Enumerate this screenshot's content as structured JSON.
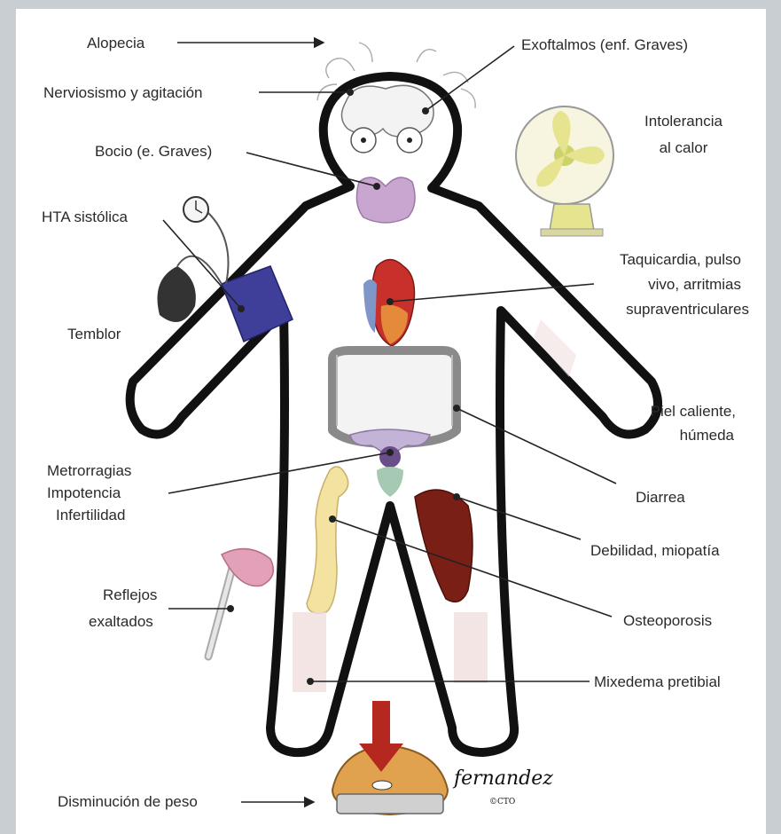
{
  "labels": {
    "alopecia": "Alopecia",
    "nerviosismo": "Nerviosismo y agitación",
    "bocio": "Bocio (e. Graves)",
    "hta": "HTA sistólica",
    "temblor": "Temblor",
    "metrorragias": "Metrorragias",
    "impotencia": "Impotencia",
    "infertilidad": "Infertilidad",
    "reflejos_1": "Reflejos",
    "reflejos_2": "exaltados",
    "disminucion": "Disminución de peso",
    "exoftalmos": "Exoftalmos (enf. Graves)",
    "intolerancia_1": "Intolerancia",
    "intolerancia_2": "al calor",
    "taqui_1": "Taquicardia, pulso",
    "taqui_2": "vivo, arritmias",
    "taqui_3": "supraventriculares",
    "piel_1": "Piel caliente,",
    "piel_2": "húmeda",
    "diarrea": "Diarrea",
    "debilidad": "Debilidad, miopatía",
    "osteoporosis": "Osteoporosis",
    "mixedema": "Mixedema pretibial"
  },
  "signature": {
    "name": "fernandez",
    "mark": "©CTO"
  },
  "colors": {
    "body_outline": "#111111",
    "thyroid": "#c9a6cf",
    "heart": "#c8312b",
    "cuff": "#3f3f9a",
    "muscle": "#7a1f16",
    "bone": "#f3e2a0",
    "scale": "#e0a24f",
    "arrow": "#b5281f"
  }
}
